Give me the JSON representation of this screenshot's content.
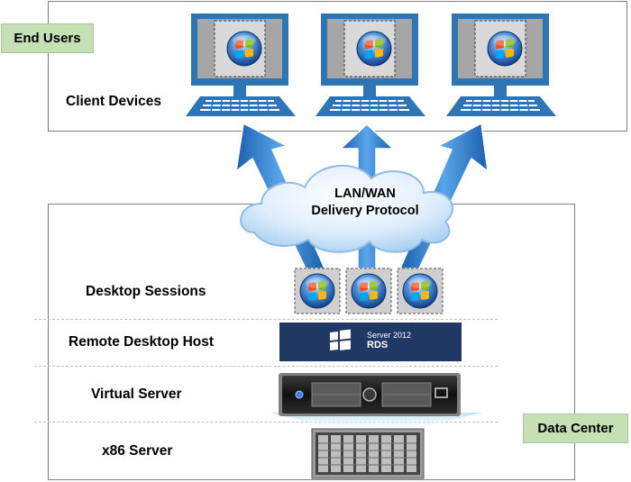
{
  "end_users": {
    "label": "End Users"
  },
  "client_devices": {
    "label": "Client Devices"
  },
  "cloud": {
    "line1": "LAN/WAN",
    "line2": "Delivery Protocol"
  },
  "layers": {
    "desktop_sessions": "Desktop Sessions",
    "remote_desktop_host": "Remote Desktop Host",
    "virtual_server": "Virtual Server",
    "x86_server": "x86 Server"
  },
  "rds_badge": {
    "line1": "Server 2012",
    "line2": "RDS"
  },
  "data_center": {
    "label": "Data Center"
  },
  "colors": {
    "tag_green": "#c5e0b4",
    "monitor_blue": "#2e75b6",
    "arrow_blue": "#2f7fd1",
    "host_navy": "#1f3864"
  }
}
